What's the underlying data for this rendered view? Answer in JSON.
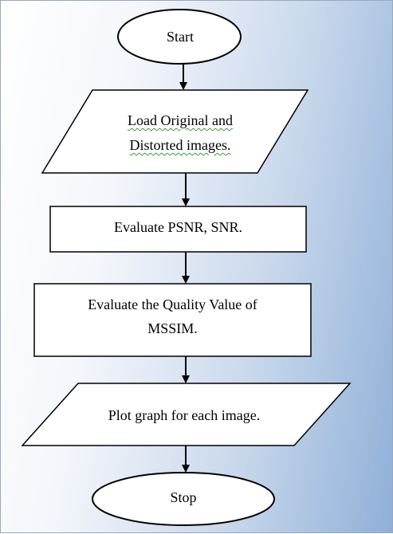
{
  "flowchart": {
    "start": "Start",
    "load_line1": "Load Original and",
    "load_line2": "Distorted images.",
    "evaluate_psnr": "Evaluate PSNR, SNR.",
    "evaluate_quality_line1": "Evaluate the Quality Value of",
    "evaluate_quality_line2": "MSSIM.",
    "plot": "Plot graph for each image.",
    "stop": "Stop"
  },
  "colors": {
    "stroke": "#000000",
    "shape_fill": "#ffffff",
    "background_light": "#ffffff",
    "background_dark": "#8fb0d8",
    "spellcheck_underline": "#3a9a3a"
  }
}
